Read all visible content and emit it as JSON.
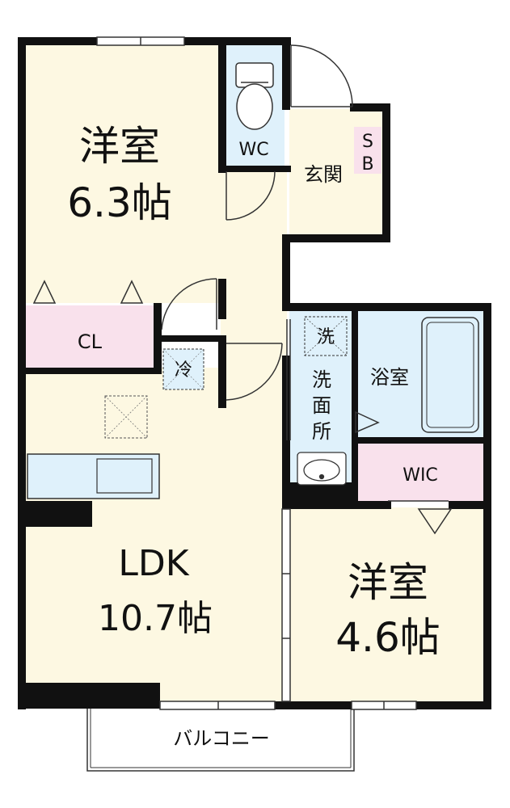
{
  "colors": {
    "room_fill": "#fdf8e2",
    "closet_fill": "#f9e1ec",
    "water_fill": "#dff1fb",
    "wall": "#111111",
    "line": "#333333"
  },
  "rooms": {
    "western1": {
      "name": "洋室",
      "size": "6.3帖"
    },
    "ldk": {
      "name": "LDK",
      "size": "10.7帖"
    },
    "western2": {
      "name": "洋室",
      "size": "4.6帖"
    },
    "closet": {
      "name": "CL"
    },
    "wc": {
      "name": "WC"
    },
    "entrance": {
      "name": "玄関"
    },
    "shoebox": {
      "line1": "S",
      "line2": "B"
    },
    "bath": {
      "name": "浴室"
    },
    "washroom": {
      "line1": "洗",
      "line2": "面",
      "line3": "所"
    },
    "washer": {
      "name": "洗"
    },
    "fridge": {
      "name": "冷"
    },
    "wic": {
      "name": "WIC"
    },
    "balcony": {
      "name": "バルコニー"
    }
  }
}
